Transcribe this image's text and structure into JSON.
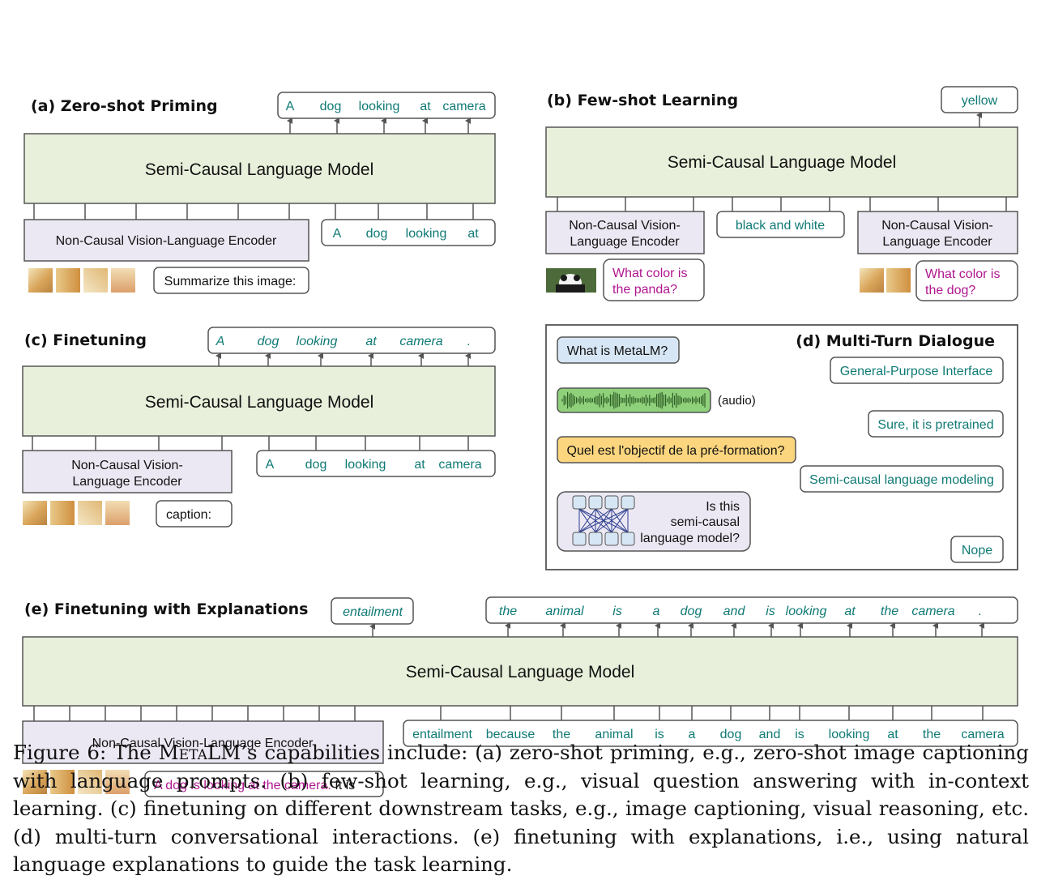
{
  "colors": {
    "lm_fill": "#e8f0db",
    "encoder_fill": "#ece8f3",
    "teal": "#0f7a75",
    "magenta": "#b0168f",
    "question_blue": "#d7e6f4",
    "question_yellow": "#fbd67f",
    "audio_green": "#8fd07a",
    "border": "#555555"
  },
  "icons": {
    "image_thumbnail": "dog-photo-thumbnail",
    "panda": "panda-photo-thumbnail",
    "audio": "waveform-icon",
    "network": "bipartite-network-icon",
    "arrow": "arrow-up-icon"
  },
  "panel_a": {
    "title": "(a) Zero-shot Priming",
    "model": "Semi-Causal Language Model",
    "encoder": "Non-Causal Vision-Language Encoder",
    "prompt": "Summarize this image:",
    "output_tokens": [
      "A",
      "dog",
      "looking",
      "at",
      "camera"
    ],
    "input_tokens": [
      "A",
      "dog",
      "looking",
      "at"
    ]
  },
  "panel_b": {
    "title": "(b) Few-shot Learning",
    "model": "Semi-Causal Language Model",
    "encoder_1": [
      "Non-Causal Vision-",
      "Language Encoder"
    ],
    "encoder_2": [
      "Non-Causal Vision-",
      "Language Encoder"
    ],
    "answer_1": "black and white",
    "question_1": [
      "What color is",
      "the panda?"
    ],
    "question_2": [
      "What color is",
      "the dog?"
    ],
    "output": "yellow"
  },
  "panel_c": {
    "title": "(c) Finetuning",
    "model": "Semi-Causal Language Model",
    "encoder": [
      "Non-Causal Vision-",
      "Language Encoder"
    ],
    "prompt": "caption:",
    "output_tokens": [
      "A",
      "dog",
      "looking",
      "at",
      "camera",
      "."
    ],
    "input_tokens": [
      "A",
      "dog",
      "looking",
      "at",
      "camera"
    ]
  },
  "panel_d": {
    "title": "(d) Multi-Turn Dialogue",
    "q1": "What is MetaLM?",
    "a1": "General-Purpose Interface",
    "audio_label": "(audio)",
    "a2": "Sure, it is pretrained",
    "q3": "Quel est l'objectif de la pré-formation?",
    "a3": "Semi-causal language modeling",
    "q4": [
      "Is this",
      "semi-causal",
      "language model?"
    ],
    "a4": "Nope"
  },
  "panel_e": {
    "title": "(e) Finetuning with Explanations",
    "model": "Semi-Causal Language Model",
    "encoder": "Non-Causal Vision-Language Encoder",
    "label_output": "entailment",
    "output_tokens": [
      "the",
      "animal",
      "is",
      "a",
      "dog",
      "and",
      "is",
      "looking",
      "at",
      "the",
      "camera",
      "."
    ],
    "input_tokens": [
      "entailment",
      "because",
      "the",
      "animal",
      "is",
      "a",
      "dog",
      "and",
      "is",
      "looking",
      "at",
      "the",
      "camera"
    ],
    "prompt_highlight": "A dog is looking at the camera.",
    "prompt_rest": " It is"
  },
  "caption": {
    "lead": "Figure 6: The ",
    "metalm": "MetaLM",
    "body": "’s capabilities include: (a) zero-shot priming, e.g., zero-shot image captioning with language prompts. (b) few-shot learning, e.g., visual question answering with in-context learning. (c) finetuning on different downstream tasks, e.g., image captioning, visual reasoning, etc. (d) multi-turn conversational interactions. (e) finetuning with explanations, i.e., using natural language explanations to guide the task learning."
  }
}
